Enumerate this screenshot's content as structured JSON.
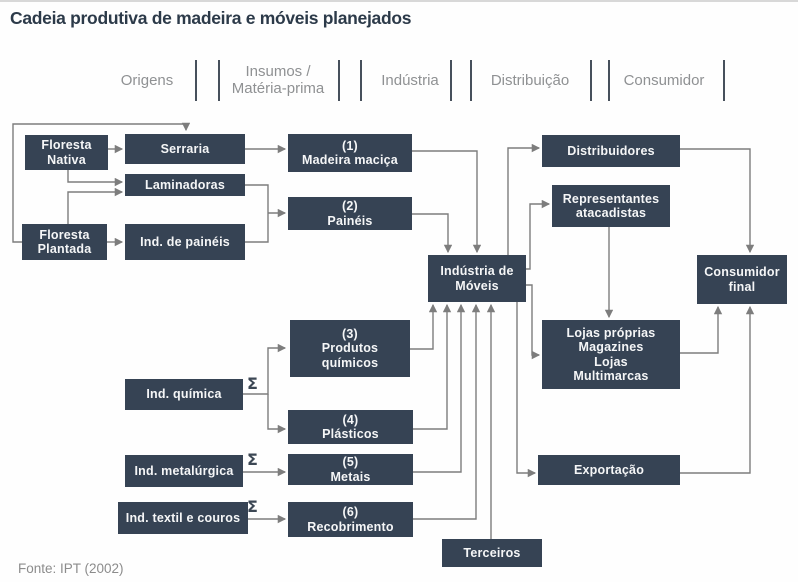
{
  "title": "Cadeia produtiva de madeira e móveis planejados",
  "source": "Fonte: IPT (2002)",
  "sigma": "Σ",
  "stages": {
    "origens": "Origens",
    "insumos": "Insumos /\nMatéria-prima",
    "industria": "Indústria",
    "distribuicao": "Distribuição",
    "consumidor": "Consumidor"
  },
  "nodes": {
    "floresta_nativa": {
      "label": "Floresta\nNativa"
    },
    "serraria": {
      "label": "Serraria"
    },
    "laminadoras": {
      "label": "Laminadoras"
    },
    "floresta_plantada": {
      "label": "Floresta\nPlantada"
    },
    "ind_paineis": {
      "label": "Ind. de painéis"
    },
    "madeira_macica": {
      "label": "(1)\nMadeira maciça"
    },
    "paineis": {
      "label": "(2)\nPainéis"
    },
    "industria_moveis": {
      "label": "Indústria de\nMóveis"
    },
    "distribuidores": {
      "label": "Distribuidores"
    },
    "representantes": {
      "label": "Representantes\natacadistas"
    },
    "consumidor_final": {
      "label": "Consumidor\nfinal"
    },
    "lojas": {
      "label": "Lojas próprias\nMagazines\nLojas\nMultimarcas"
    },
    "produtos_quimicos": {
      "label": "(3)\nProdutos\nquímicos"
    },
    "ind_quimica": {
      "label": "Ind. química"
    },
    "plasticos": {
      "label": "(4)\nPlásticos"
    },
    "ind_metalurgica": {
      "label": "Ind. metalúrgica"
    },
    "metais": {
      "label": "(5)\nMetais"
    },
    "exportacao": {
      "label": "Exportação"
    },
    "ind_textil": {
      "label": "Ind. textil e couros"
    },
    "recobrimento": {
      "label": "(6)\nRecobrimento"
    },
    "terceiros": {
      "label": "Terceiros"
    }
  },
  "edges": [
    {
      "from": "floresta_nativa",
      "to": "serraria"
    },
    {
      "from": "floresta_plantada",
      "to": "serraria"
    },
    {
      "from": "floresta_nativa",
      "to": "laminadoras"
    },
    {
      "from": "floresta_plantada",
      "to": "laminadoras"
    },
    {
      "from": "floresta_plantada",
      "to": "ind_paineis"
    },
    {
      "from": "serraria",
      "to": "madeira_macica"
    },
    {
      "from": "laminadoras",
      "to": "paineis"
    },
    {
      "from": "ind_paineis",
      "to": "paineis"
    },
    {
      "from": "madeira_macica",
      "to": "industria_moveis"
    },
    {
      "from": "paineis",
      "to": "industria_moveis"
    },
    {
      "from": "ind_quimica",
      "to": "produtos_quimicos"
    },
    {
      "from": "ind_quimica",
      "to": "plasticos"
    },
    {
      "from": "ind_metalurgica",
      "to": "metais"
    },
    {
      "from": "ind_textil",
      "to": "recobrimento"
    },
    {
      "from": "produtos_quimicos",
      "to": "industria_moveis"
    },
    {
      "from": "plasticos",
      "to": "industria_moveis"
    },
    {
      "from": "metais",
      "to": "industria_moveis"
    },
    {
      "from": "recobrimento",
      "to": "industria_moveis"
    },
    {
      "from": "terceiros",
      "to": "industria_moveis"
    },
    {
      "from": "industria_moveis",
      "to": "distribuidores"
    },
    {
      "from": "industria_moveis",
      "to": "representantes"
    },
    {
      "from": "industria_moveis",
      "to": "lojas"
    },
    {
      "from": "industria_moveis",
      "to": "exportacao"
    },
    {
      "from": "representantes",
      "to": "lojas"
    },
    {
      "from": "distribuidores",
      "to": "consumidor_final"
    },
    {
      "from": "lojas",
      "to": "consumidor_final"
    },
    {
      "from": "exportacao",
      "to": "consumidor_final"
    }
  ],
  "colors": {
    "node_fill": "#364354",
    "node_text": "#f5f6f7",
    "arrow": "#7d7d7d",
    "title": "#2c3a49",
    "stage_label": "#8f9193",
    "separator_bar": "#47505c"
  }
}
